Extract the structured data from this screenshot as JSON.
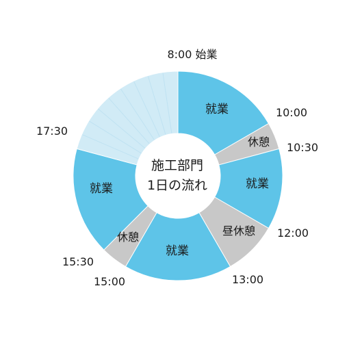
{
  "diagram": {
    "center_title_line1": "施工部門",
    "center_title_line2": "1日の流れ",
    "colors": {
      "work": "#5ec4e8",
      "break": "#c8c8c8",
      "after_hours": "#d1ebf6",
      "after_hours_lines": "#bfe2f2",
      "separator": "#ffffff"
    },
    "segments": [
      {
        "id": "work-1",
        "label": "就業",
        "kind": "work",
        "start_hour": 8.0,
        "end_hour": 10.0
      },
      {
        "id": "break-1",
        "label": "休憩",
        "kind": "break",
        "start_hour": 10.0,
        "end_hour": 10.5
      },
      {
        "id": "work-2",
        "label": "就業",
        "kind": "work",
        "start_hour": 10.5,
        "end_hour": 12.0
      },
      {
        "id": "lunch",
        "label": "昼休憩",
        "kind": "break",
        "start_hour": 12.0,
        "end_hour": 13.0
      },
      {
        "id": "work-3",
        "label": "就業",
        "kind": "work",
        "start_hour": 13.0,
        "end_hour": 15.0
      },
      {
        "id": "break-2",
        "label": "休憩",
        "kind": "break",
        "start_hour": 15.0,
        "end_hour": 15.5
      },
      {
        "id": "work-4",
        "label": "就業",
        "kind": "work",
        "start_hour": 15.5,
        "end_hour": 17.5
      },
      {
        "id": "after-hours",
        "label": "",
        "kind": "after_hours",
        "start_hour": 17.5,
        "end_hour": 20.0
      }
    ],
    "time_labels": {
      "t0800": "8:00 始業",
      "t1000": "10:00",
      "t1030": "10:30",
      "t1200": "12:00",
      "t1300": "13:00",
      "t1500": "15:00",
      "t1530": "15:30",
      "t1730": "17:30"
    }
  }
}
